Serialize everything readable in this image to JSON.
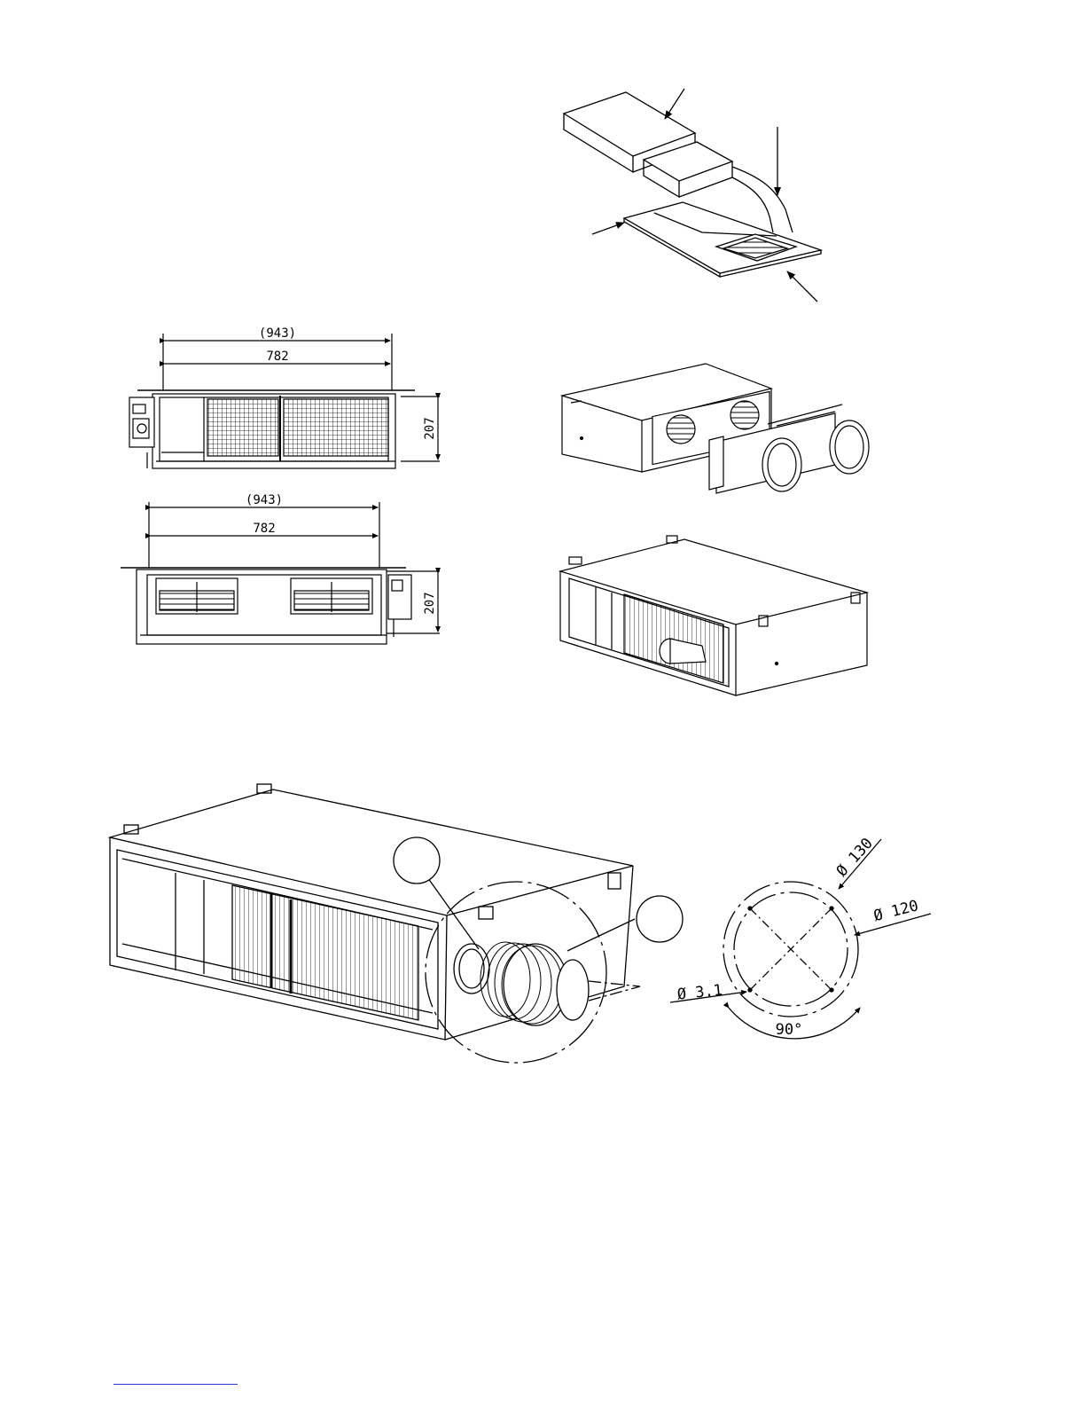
{
  "colors": {
    "line": "#000000",
    "link": "#2a3bd0",
    "background": "#ffffff"
  },
  "front_view": {
    "overall_width": "(943)",
    "body_width": "782",
    "height": "207"
  },
  "rear_view": {
    "overall_width": "(943)",
    "body_width": "782",
    "height": "207"
  },
  "flange_detail": {
    "outer_diameter": "Ø 130",
    "inner_diameter": "Ø 120",
    "hole_diameter": "Ø 3.1",
    "angle": "90°"
  }
}
